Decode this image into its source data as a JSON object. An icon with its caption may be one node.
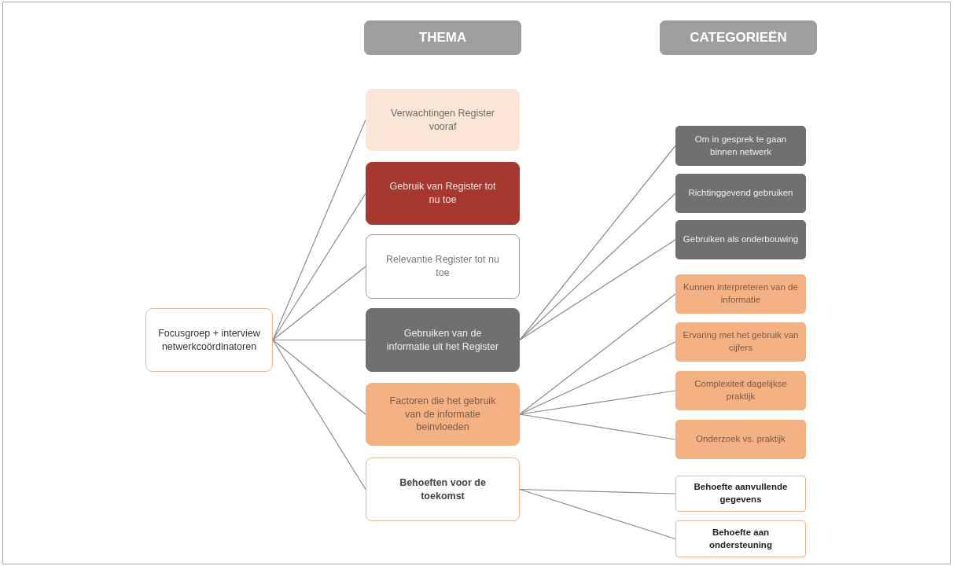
{
  "diagram": {
    "nodes": [
      {
        "text": [
          "THEMA"
        ]
      },
      {
        "text": [
          "CATEGORIEËN"
        ]
      },
      {
        "text": [
          "Focusgroep + interview netwerkcoördinatoren"
        ]
      },
      {
        "text": [
          "Verwachtingen Register vooraf"
        ]
      },
      {
        "text": [
          "Gebruik van Register tot nu toe"
        ]
      },
      {
        "text": [
          "Relevantie Register tot nu toe"
        ]
      },
      {
        "text": [
          "Gebruiken van de informatie uit het Register"
        ]
      },
      {
        "text": [
          "Factoren die het gebruik van de informatie beinvloeden"
        ]
      },
      {
        "text": [
          "Behoeften voor de toekomst"
        ]
      },
      {
        "text": [
          "Om in gesprek te gaan binnen netwerk"
        ]
      },
      {
        "text": [
          "Richtinggevend gebruiken"
        ]
      },
      {
        "text": [
          "Gebruiken als onderbouwing"
        ]
      },
      {
        "text": [
          "Kunnen interpreteren van de informatie"
        ]
      },
      {
        "text": [
          "Ervaring met het gebruik van cijfers"
        ]
      },
      {
        "text": [
          "Complexiteit dagelijkse praktijk"
        ]
      },
      {
        "text": [
          "Onderzoek vs. praktijk"
        ]
      },
      {
        "text": [
          "Behoefte aanvullende gegevens"
        ]
      },
      {
        "text": [
          "Behoefte aan ondersteuning"
        ]
      }
    ],
    "edges": [
      {
        "from": 2,
        "to": 3,
        "arrow": "none"
      },
      {
        "from": 2,
        "to": 4,
        "arrow": "none"
      },
      {
        "from": 2,
        "to": 5,
        "arrow": "none"
      },
      {
        "from": 2,
        "to": 6,
        "arrow": "none"
      },
      {
        "from": 2,
        "to": 7,
        "arrow": "none"
      },
      {
        "from": 2,
        "to": 8,
        "arrow": "none"
      },
      {
        "from": 6,
        "to": 9,
        "arrow": "none"
      },
      {
        "from": 6,
        "to": 10,
        "arrow": "none"
      },
      {
        "from": 6,
        "to": 11,
        "arrow": "none"
      },
      {
        "from": 7,
        "to": 12,
        "arrow": "none"
      },
      {
        "from": 7,
        "to": 13,
        "arrow": "none"
      },
      {
        "from": 7,
        "to": 14,
        "arrow": "none"
      },
      {
        "from": 7,
        "to": 15,
        "arrow": "none"
      },
      {
        "from": 8,
        "to": 16,
        "arrow": "none"
      },
      {
        "from": 8,
        "to": 17,
        "arrow": "none"
      }
    ]
  }
}
